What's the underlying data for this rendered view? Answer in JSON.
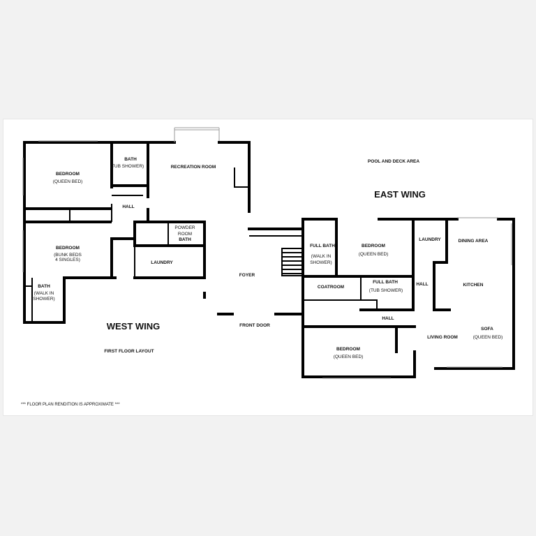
{
  "rooms": {
    "bedroom_queen_west": {
      "label": "BEDROOM",
      "sub": "(QUEEN BED)"
    },
    "bath_tub_west": {
      "label": "BATH",
      "sub": "(TUB SHOWER)"
    },
    "recreation_room": {
      "label": "RECREATION ROOM"
    },
    "hall_west": {
      "label": "HALL"
    },
    "bedroom_bunk": {
      "label": "BEDROOM",
      "sub1": "(BUNK BEDS",
      "sub2": "4 SINGLES)"
    },
    "powder_room": {
      "label1": "POWDER",
      "label2": "ROOM",
      "label3": "BATH"
    },
    "laundry_west": {
      "label": "LAUNDRY"
    },
    "bath_walkin_west": {
      "label": "BATH",
      "sub1": "(WALK IN",
      "sub2": "SHOWER)"
    },
    "foyer": {
      "label": "FOYER"
    },
    "front_door": {
      "label": "FRONT DOOR"
    },
    "full_bath_walkin": {
      "label": "FULL BATH",
      "sub1": "(WALK IN",
      "sub2": "SHOWER)"
    },
    "bedroom_queen_east": {
      "label": "BEDROOM",
      "sub": "(QUEEN BED)"
    },
    "laundry_east": {
      "label": "LAUNDRY"
    },
    "dining_area": {
      "label": "DINING AREA"
    },
    "coatroom": {
      "label": "COATROOM"
    },
    "full_bath_tub": {
      "label": "FULL BATH",
      "sub": "(TUB SHOWER)"
    },
    "hall_east_1": {
      "label": "HALL"
    },
    "kitchen": {
      "label": "KITCHEN"
    },
    "hall_east_2": {
      "label": "HALL"
    },
    "living_room": {
      "label": "LIVING ROOM"
    },
    "sofa": {
      "label": "SOFA",
      "sub": "(QUEEN BED)"
    },
    "bedroom_queen_south": {
      "label": "BEDROOM",
      "sub": "(QUEEN BED)"
    }
  },
  "labels": {
    "pool_deck": "POOL AND DECK AREA",
    "east_wing": "EAST WING",
    "west_wing": "WEST WING",
    "first_floor": "FIRST FLOOR LAYOUT",
    "approx_note": "*** FLOOR PLAN RENDITION IS APPROXIMATE ***"
  }
}
